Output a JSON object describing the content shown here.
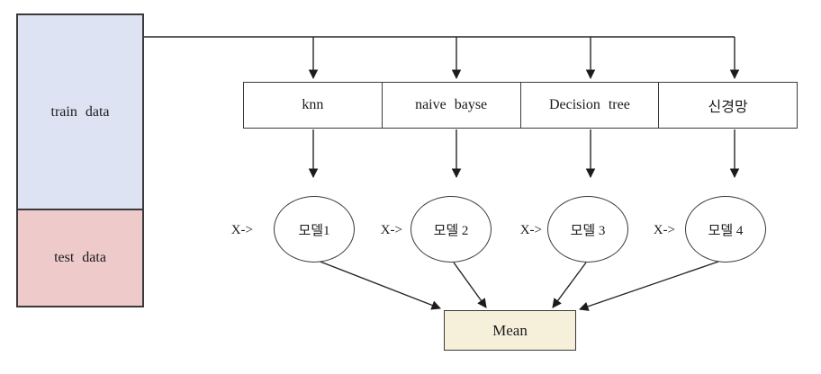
{
  "diagram": {
    "title": "ensemble-voting-flow",
    "data_split": {
      "train_label": "train data",
      "test_label": "test data"
    },
    "classifiers": [
      {
        "label": "knn"
      },
      {
        "label": "naive bayse"
      },
      {
        "label": "Decision tree"
      },
      {
        "label": "신경망"
      }
    ],
    "models": [
      {
        "input_label": "X->",
        "label": "모델1"
      },
      {
        "input_label": "X->",
        "label": "모델 2"
      },
      {
        "input_label": "X->",
        "label": "모델 3"
      },
      {
        "input_label": "X->",
        "label": "모델 4"
      }
    ],
    "aggregator": {
      "label": "Mean"
    },
    "colors": {
      "train_fill": "#dee3f4",
      "test_fill": "#eecacb",
      "mean_fill": "#f6f0db",
      "border": "#3a3a3a",
      "line": "#262626",
      "text": "#1a1a1a"
    }
  }
}
